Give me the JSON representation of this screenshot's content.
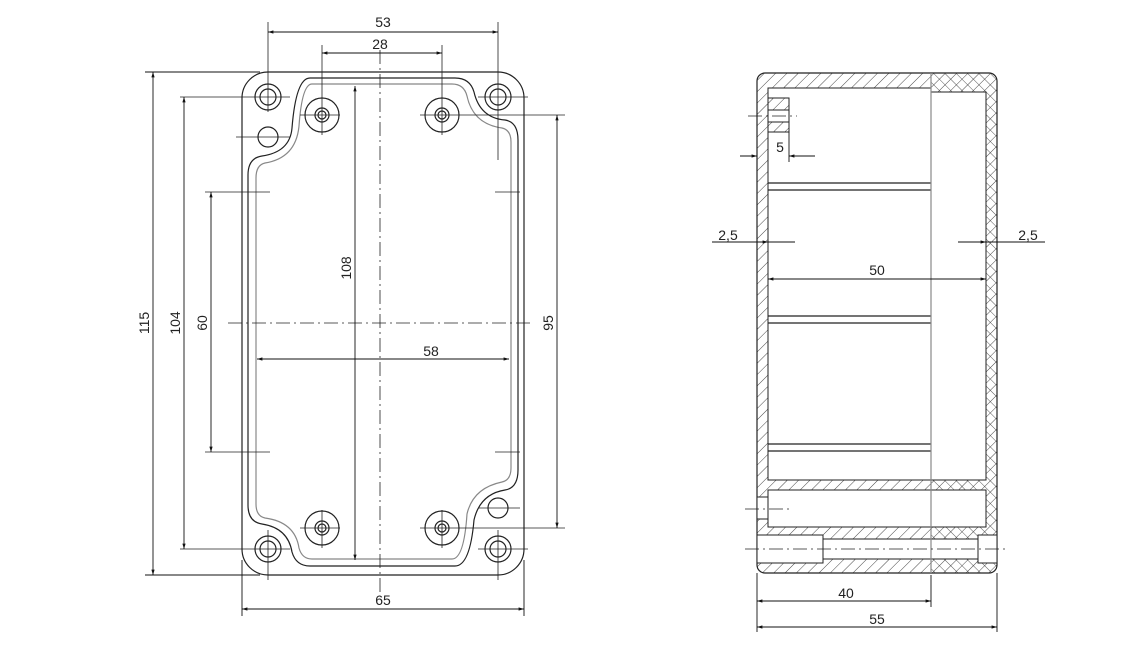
{
  "drawing": {
    "front_view": {
      "dimensions": {
        "hole_spacing_width": "53",
        "boss_spacing_width": "28",
        "overall_height": "115",
        "hole_spacing_height": "104",
        "slot_spacing": "60",
        "inner_height": "108",
        "inner_width": "58",
        "boss_spacing_height": "95",
        "overall_width": "65"
      }
    },
    "section_view": {
      "dimensions": {
        "boss_depth": "5",
        "wall_left": "2,5",
        "wall_right": "2,5",
        "inner_depth": "50",
        "base_depth": "40",
        "overall_depth": "55"
      }
    }
  }
}
